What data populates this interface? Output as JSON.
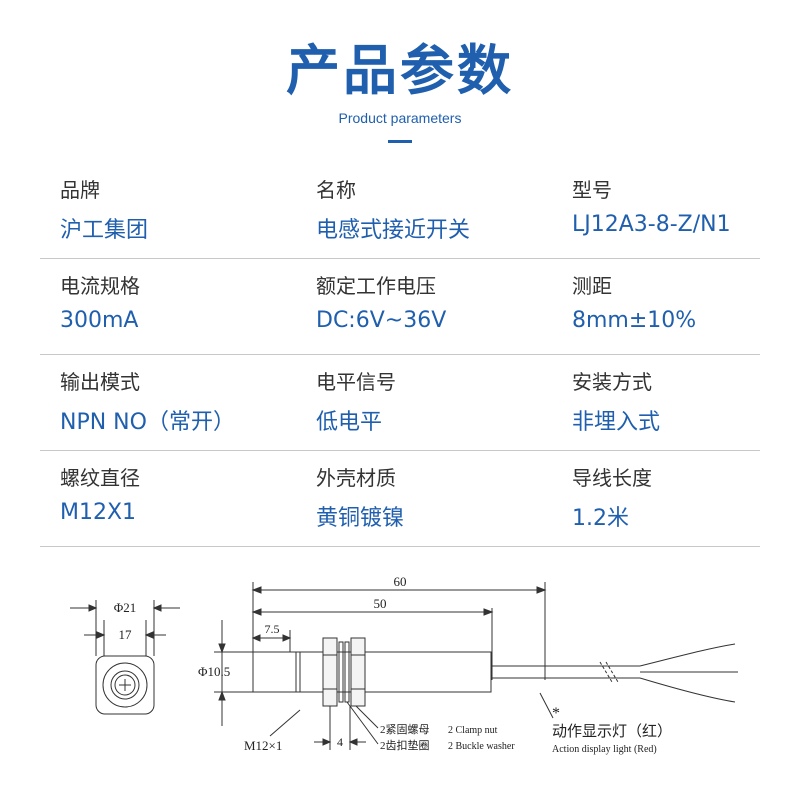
{
  "header": {
    "title": "产品参数",
    "subtitle": "Product parameters"
  },
  "params": [
    [
      {
        "label": "品牌",
        "value": "沪工集团"
      },
      {
        "label": "名称",
        "value": "电感式接近开关"
      },
      {
        "label": "型号",
        "value": "LJ12A3-8-Z/N1"
      }
    ],
    [
      {
        "label": "电流规格",
        "value": "300mA"
      },
      {
        "label": "额定工作电压",
        "value": "DC:6V~36V"
      },
      {
        "label": "测距",
        "value": "8mm±10%"
      }
    ],
    [
      {
        "label": "输出模式",
        "value": "NPN NO（常开）"
      },
      {
        "label": "电平信号",
        "value": "低电平"
      },
      {
        "label": "安装方式",
        "value": "非埋入式"
      }
    ],
    [
      {
        "label": "螺纹直径",
        "value": "M12X1"
      },
      {
        "label": "外壳材质",
        "value": "黄铜镀镍"
      },
      {
        "label": "导线长度",
        "value": "1.2米"
      }
    ]
  ],
  "diagram": {
    "dim_outer": "Φ21",
    "dim_inner": "17",
    "dim_total": "60",
    "dim_body": "50",
    "dim_head": "7.5",
    "dim_diameter": "Φ10.5",
    "dim_thread": "M12×1",
    "dim_nut": "4",
    "label_clamp_cn": "2紧固螺母",
    "label_clamp_en": "2 Clamp nut",
    "label_washer_cn": "2齿扣垫圈",
    "label_washer_en": "2 Buckle washer",
    "light_marker": "*",
    "light_cn": "动作显示灯（红）",
    "light_en": "Action display light (Red)"
  }
}
